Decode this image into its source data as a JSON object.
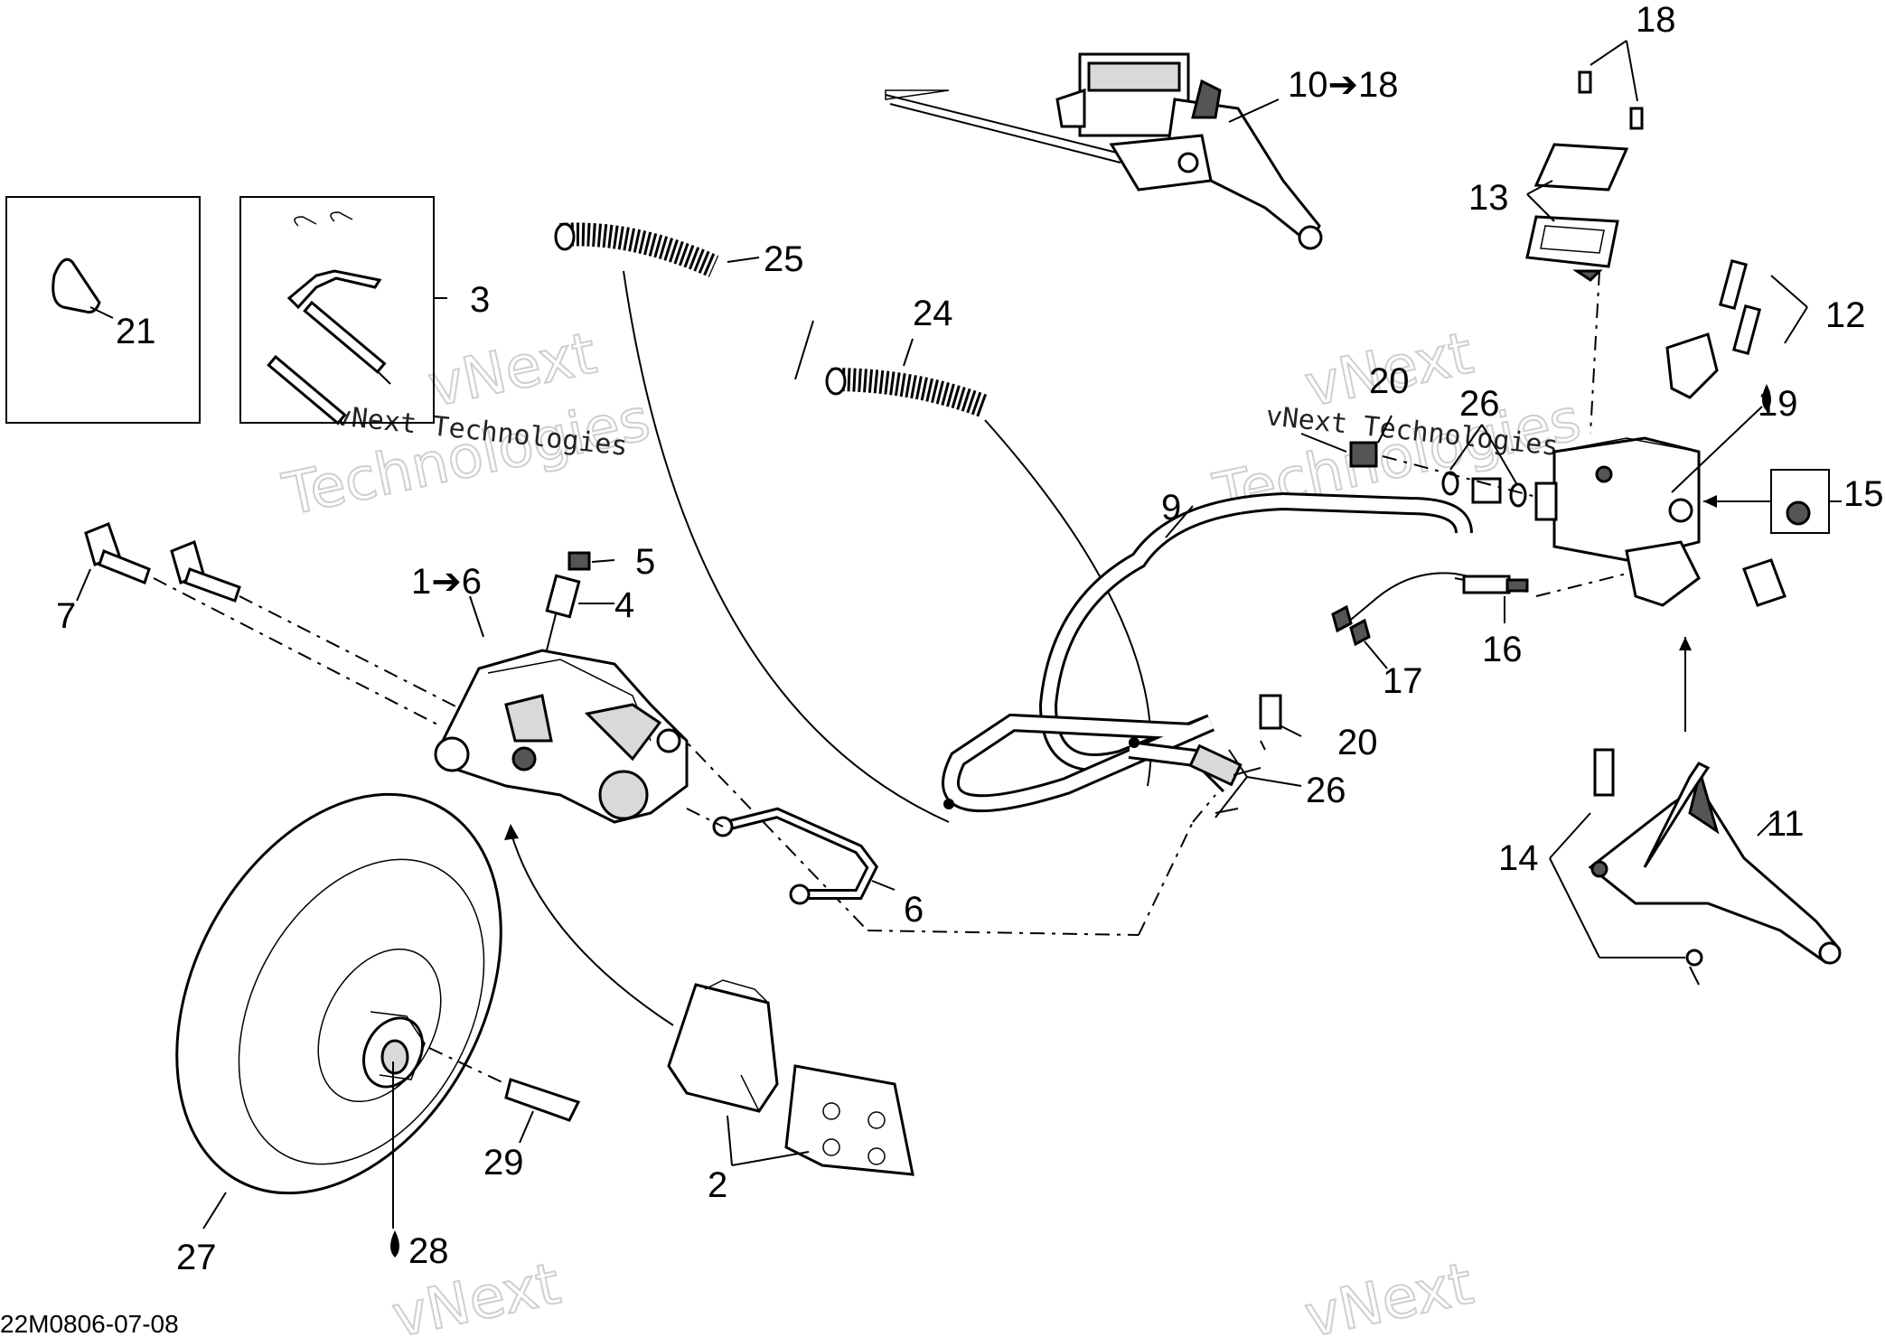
{
  "diagram": {
    "code": "22M0806-07-08",
    "watermark": {
      "line1": "vNext",
      "line2": "Technologies",
      "small": "vNext Technologies"
    },
    "callouts": {
      "c18": "18",
      "c10_18": "10➔18",
      "c13": "13",
      "c12": "12",
      "c19": "19",
      "c15": "15",
      "c25": "25",
      "c21": "21",
      "c3": "3",
      "c24": "24",
      "c20a": "20",
      "c26a": "26",
      "c9": "9",
      "c7": "7",
      "c1_6": "1➔6",
      "c5": "5",
      "c4": "4",
      "c16": "16",
      "c17": "17",
      "c20b": "20",
      "c26b": "26",
      "c6": "6",
      "c11": "11",
      "c14": "14",
      "c2": "2",
      "c29": "29",
      "c27": "27",
      "c28": "28"
    }
  }
}
